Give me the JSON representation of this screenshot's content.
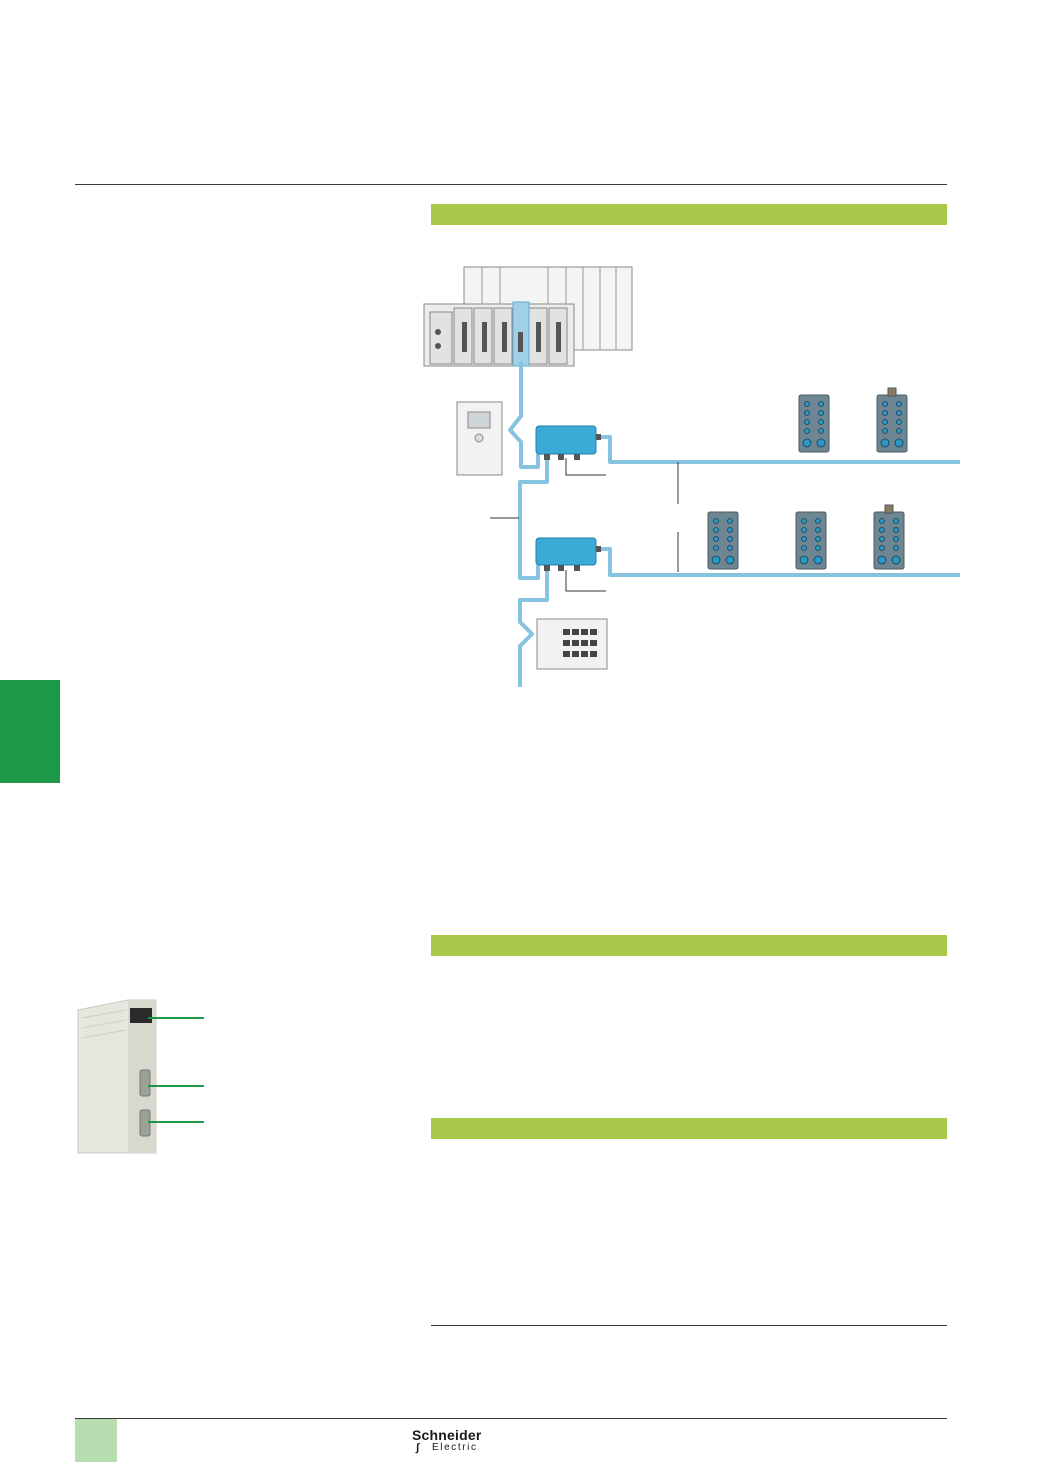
{
  "page": {
    "colors": {
      "section_bar": "#a8c84a",
      "side_tab": "#1d9847",
      "footer_square": "#b8ddb0",
      "network_cable": "#86c3e0",
      "device_blue": "#3aaad6",
      "io_module": "#6e8592",
      "rule": "#3a3a3a"
    }
  },
  "figures": {
    "network_diagram": {
      "icon": "network-topology-illustration"
    },
    "module_photo": {
      "icon": "communication-module-photo"
    }
  },
  "footer": {
    "logo_name": "Schneider",
    "logo_sub": "Electric"
  }
}
